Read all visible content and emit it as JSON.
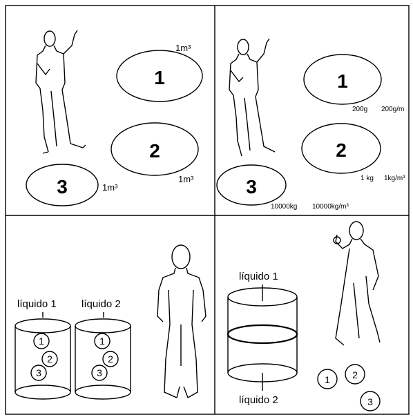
{
  "panel1": {
    "ellipse1": {
      "number": "1",
      "volume": "1m³"
    },
    "ellipse2": {
      "number": "2",
      "volume": "1m³"
    },
    "ellipse3": {
      "number": "3",
      "volume": "1m³"
    }
  },
  "panel2": {
    "ellipse1": {
      "number": "1",
      "mass": "200g",
      "density": "200g/m"
    },
    "ellipse2": {
      "number": "2",
      "mass": "1 kg",
      "density": "1kg/m³"
    },
    "ellipse3": {
      "number": "3",
      "mass": "10000kg",
      "density": "10000kg/m³"
    }
  },
  "panel3": {
    "liquid1_label": "líquido 1",
    "liquid2_label": "líquido 2",
    "balls": [
      "1",
      "2",
      "3"
    ]
  },
  "panel4": {
    "top_label": "líquido 1",
    "bottom_label": "líquido 2",
    "balls": [
      "1",
      "2",
      "3"
    ]
  }
}
